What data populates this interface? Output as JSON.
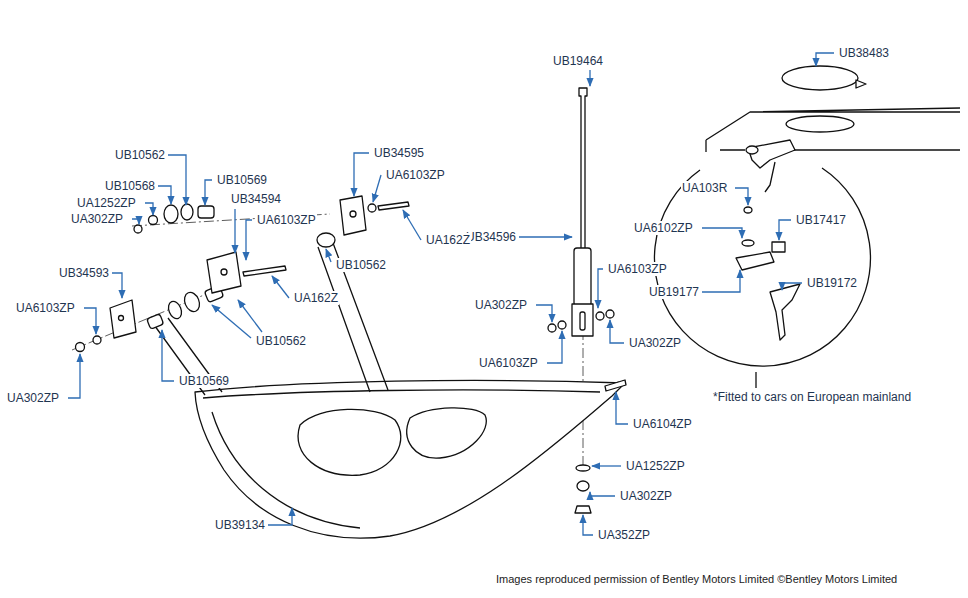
{
  "diagram": {
    "caption": "Images reproduced permission of Bentley Motors Limited ©Bentley Motors Limited",
    "labels": [
      "UB38483",
      "UB19464",
      "UB10562",
      "UB10569",
      "UB10568",
      "UB34594",
      "UB34595",
      "UA6103ZP",
      "UA1252ZP",
      "UA302ZP",
      "UA6103ZP",
      "UA103R",
      "UB34596",
      "UA6102ZP",
      "UB17417",
      "UA162Z",
      "UB10562",
      "UB34593",
      "UA6103ZP",
      "UB19177",
      "UB19172",
      "UA162Z",
      "UA302ZP",
      "UA6103ZP",
      "UB10562",
      "UA302ZP",
      "UA6103ZP",
      "UB10569",
      "UA302ZP",
      "*Fitted to cars on European mainland",
      "UA6104ZP",
      "UA1252ZP",
      "UA302ZP",
      "UB39134",
      "UA352ZP"
    ]
  }
}
